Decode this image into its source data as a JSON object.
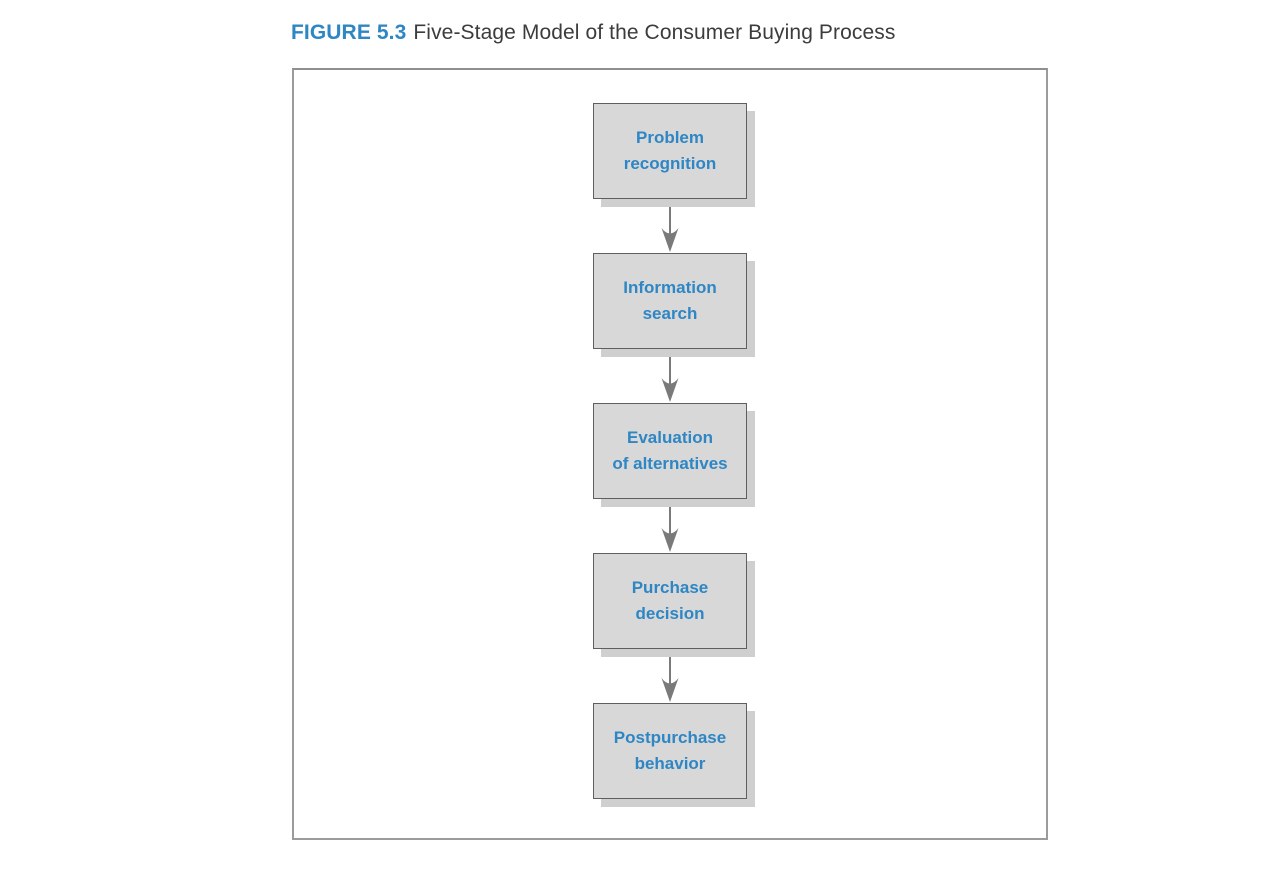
{
  "figure": {
    "label": "FIGURE 5.3",
    "title": "Five-Stage Model of the Consumer Buying Process"
  },
  "diagram": {
    "type": "flowchart",
    "direction": "top-to-bottom",
    "stages": [
      {
        "label": "Problem recognition",
        "lines": [
          "Problem",
          "recognition"
        ]
      },
      {
        "label": "Information search",
        "lines": [
          "Information",
          "search"
        ]
      },
      {
        "label": "Evaluation of alternatives",
        "lines": [
          "Evaluation",
          "of alternatives"
        ]
      },
      {
        "label": "Purchase decision",
        "lines": [
          "Purchase",
          "decision"
        ]
      },
      {
        "label": "Postpurchase behavior",
        "lines": [
          "Postpurchase",
          "behavior"
        ]
      }
    ],
    "connections": [
      {
        "from": "Problem recognition",
        "to": "Information search"
      },
      {
        "from": "Information search",
        "to": "Evaluation of alternatives"
      },
      {
        "from": "Evaluation of alternatives",
        "to": "Purchase decision"
      },
      {
        "from": "Purchase decision",
        "to": "Postpurchase behavior"
      }
    ]
  },
  "colors": {
    "accent_blue": "#2e86c4",
    "box_fill": "#d8d8d8",
    "box_border": "#5f5f5f",
    "box_shadow": "#cfcfcf",
    "arrow_gray": "#7a7a7a",
    "frame_border": "#9b9b9b",
    "caption_text": "#3c3c3c",
    "background": "#ffffff"
  }
}
